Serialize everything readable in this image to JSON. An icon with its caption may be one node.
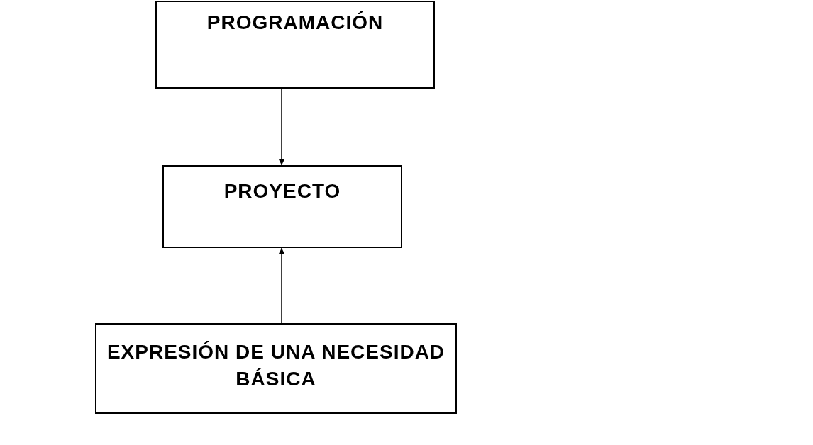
{
  "diagram": {
    "nodes": [
      {
        "text": [
          "PROGRAMACIÓN"
        ]
      },
      {
        "text": [
          "PROYECTO"
        ]
      },
      {
        "text": [
          "EXPRESIÓN DE UNA NECESIDAD BÁSICA"
        ]
      }
    ],
    "edges": [
      {
        "from": 0,
        "to": 1,
        "arrow": "to"
      },
      {
        "from": 2,
        "to": 1,
        "arrow": "to"
      }
    ]
  }
}
